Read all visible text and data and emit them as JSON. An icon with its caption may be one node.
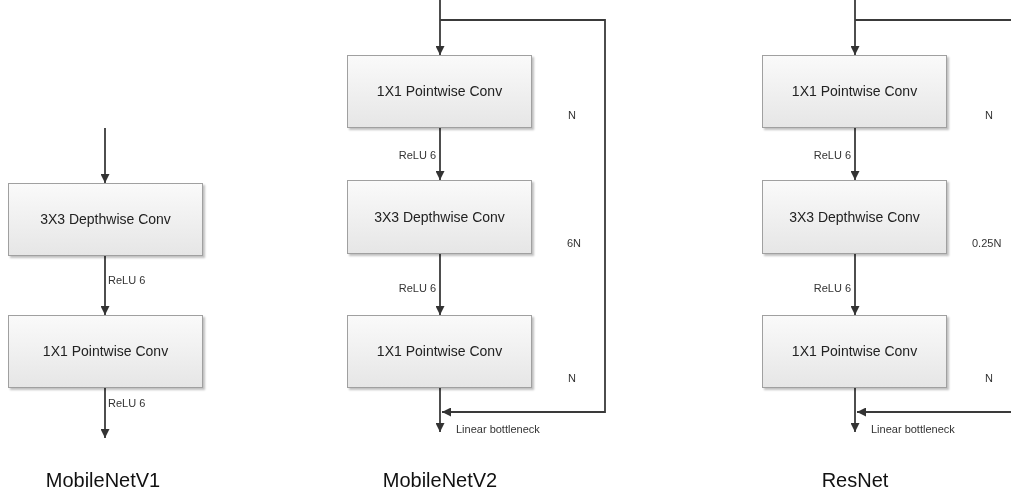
{
  "diagram": {
    "nodes": [
      {
        "text": [
          "3X3 Depthwise Conv"
        ]
      },
      {
        "text": [
          "1X1 Pointwise Conv"
        ]
      },
      {
        "text": [
          "1X1 Pointwise Conv"
        ]
      },
      {
        "text": [
          "3X3 Depthwise Conv"
        ]
      },
      {
        "text": [
          "1X1 Pointwise Conv"
        ]
      },
      {
        "text": [
          "1X1 Pointwise Conv"
        ]
      },
      {
        "text": [
          "3X3 Depthwise Conv"
        ]
      },
      {
        "text": [
          "1X1 Pointwise Conv"
        ]
      }
    ],
    "edges": [
      {
        "from": null,
        "to": 0,
        "arrow": "to"
      },
      {
        "from": 0,
        "to": 1,
        "arrow": "to",
        "label": "ReLU 6"
      },
      {
        "from": 1,
        "to": null,
        "arrow": "to",
        "label": "ReLU 6"
      },
      {
        "from": null,
        "to": 2,
        "arrow": "to"
      },
      {
        "from": 2,
        "to": 3,
        "arrow": "to",
        "label": "ReLU 6"
      },
      {
        "from": 3,
        "to": 4,
        "arrow": "to",
        "label": "ReLU 6"
      },
      {
        "from": 4,
        "to": null,
        "arrow": "to",
        "label": "Linear bottleneck"
      },
      {
        "from": null,
        "to": 5,
        "arrow": "to"
      },
      {
        "from": 5,
        "to": 6,
        "arrow": "to",
        "label": "ReLU 6"
      },
      {
        "from": 6,
        "to": 7,
        "arrow": "to",
        "label": "ReLU 6"
      },
      {
        "from": 7,
        "to": null,
        "arrow": "to",
        "label": "Linear bottleneck"
      }
    ],
    "labels": [
      "N",
      "N",
      "6N",
      "0.25N",
      "N",
      "N",
      "MobileNetV1",
      "MobileNetV2",
      "ResNet"
    ]
  }
}
